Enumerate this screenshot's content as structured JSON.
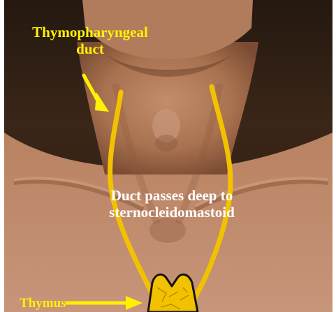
{
  "labels": {
    "duct_line1": "Thymopharyngeal",
    "duct_line2": "duct",
    "deep_line1": "Duct passes deep to",
    "deep_line2": "sternocleidomastoid",
    "thymus": "Thymus"
  },
  "colors": {
    "label_yellow": "#fff200",
    "label_white": "#ffffff",
    "duct_yellow": "#f2c200",
    "thymus_fill": "#f2c200",
    "thymus_lines": "#b88a00",
    "outline": "#1a1410",
    "background": "#ffffff",
    "skin_mid": "#b07a5a",
    "skin_shadow": "#6a3f2a",
    "skin_light": "#c9977a"
  },
  "icons": {
    "duct_arrow": "arrow-down-right-icon",
    "thymus_arrow": "arrow-right-icon"
  }
}
